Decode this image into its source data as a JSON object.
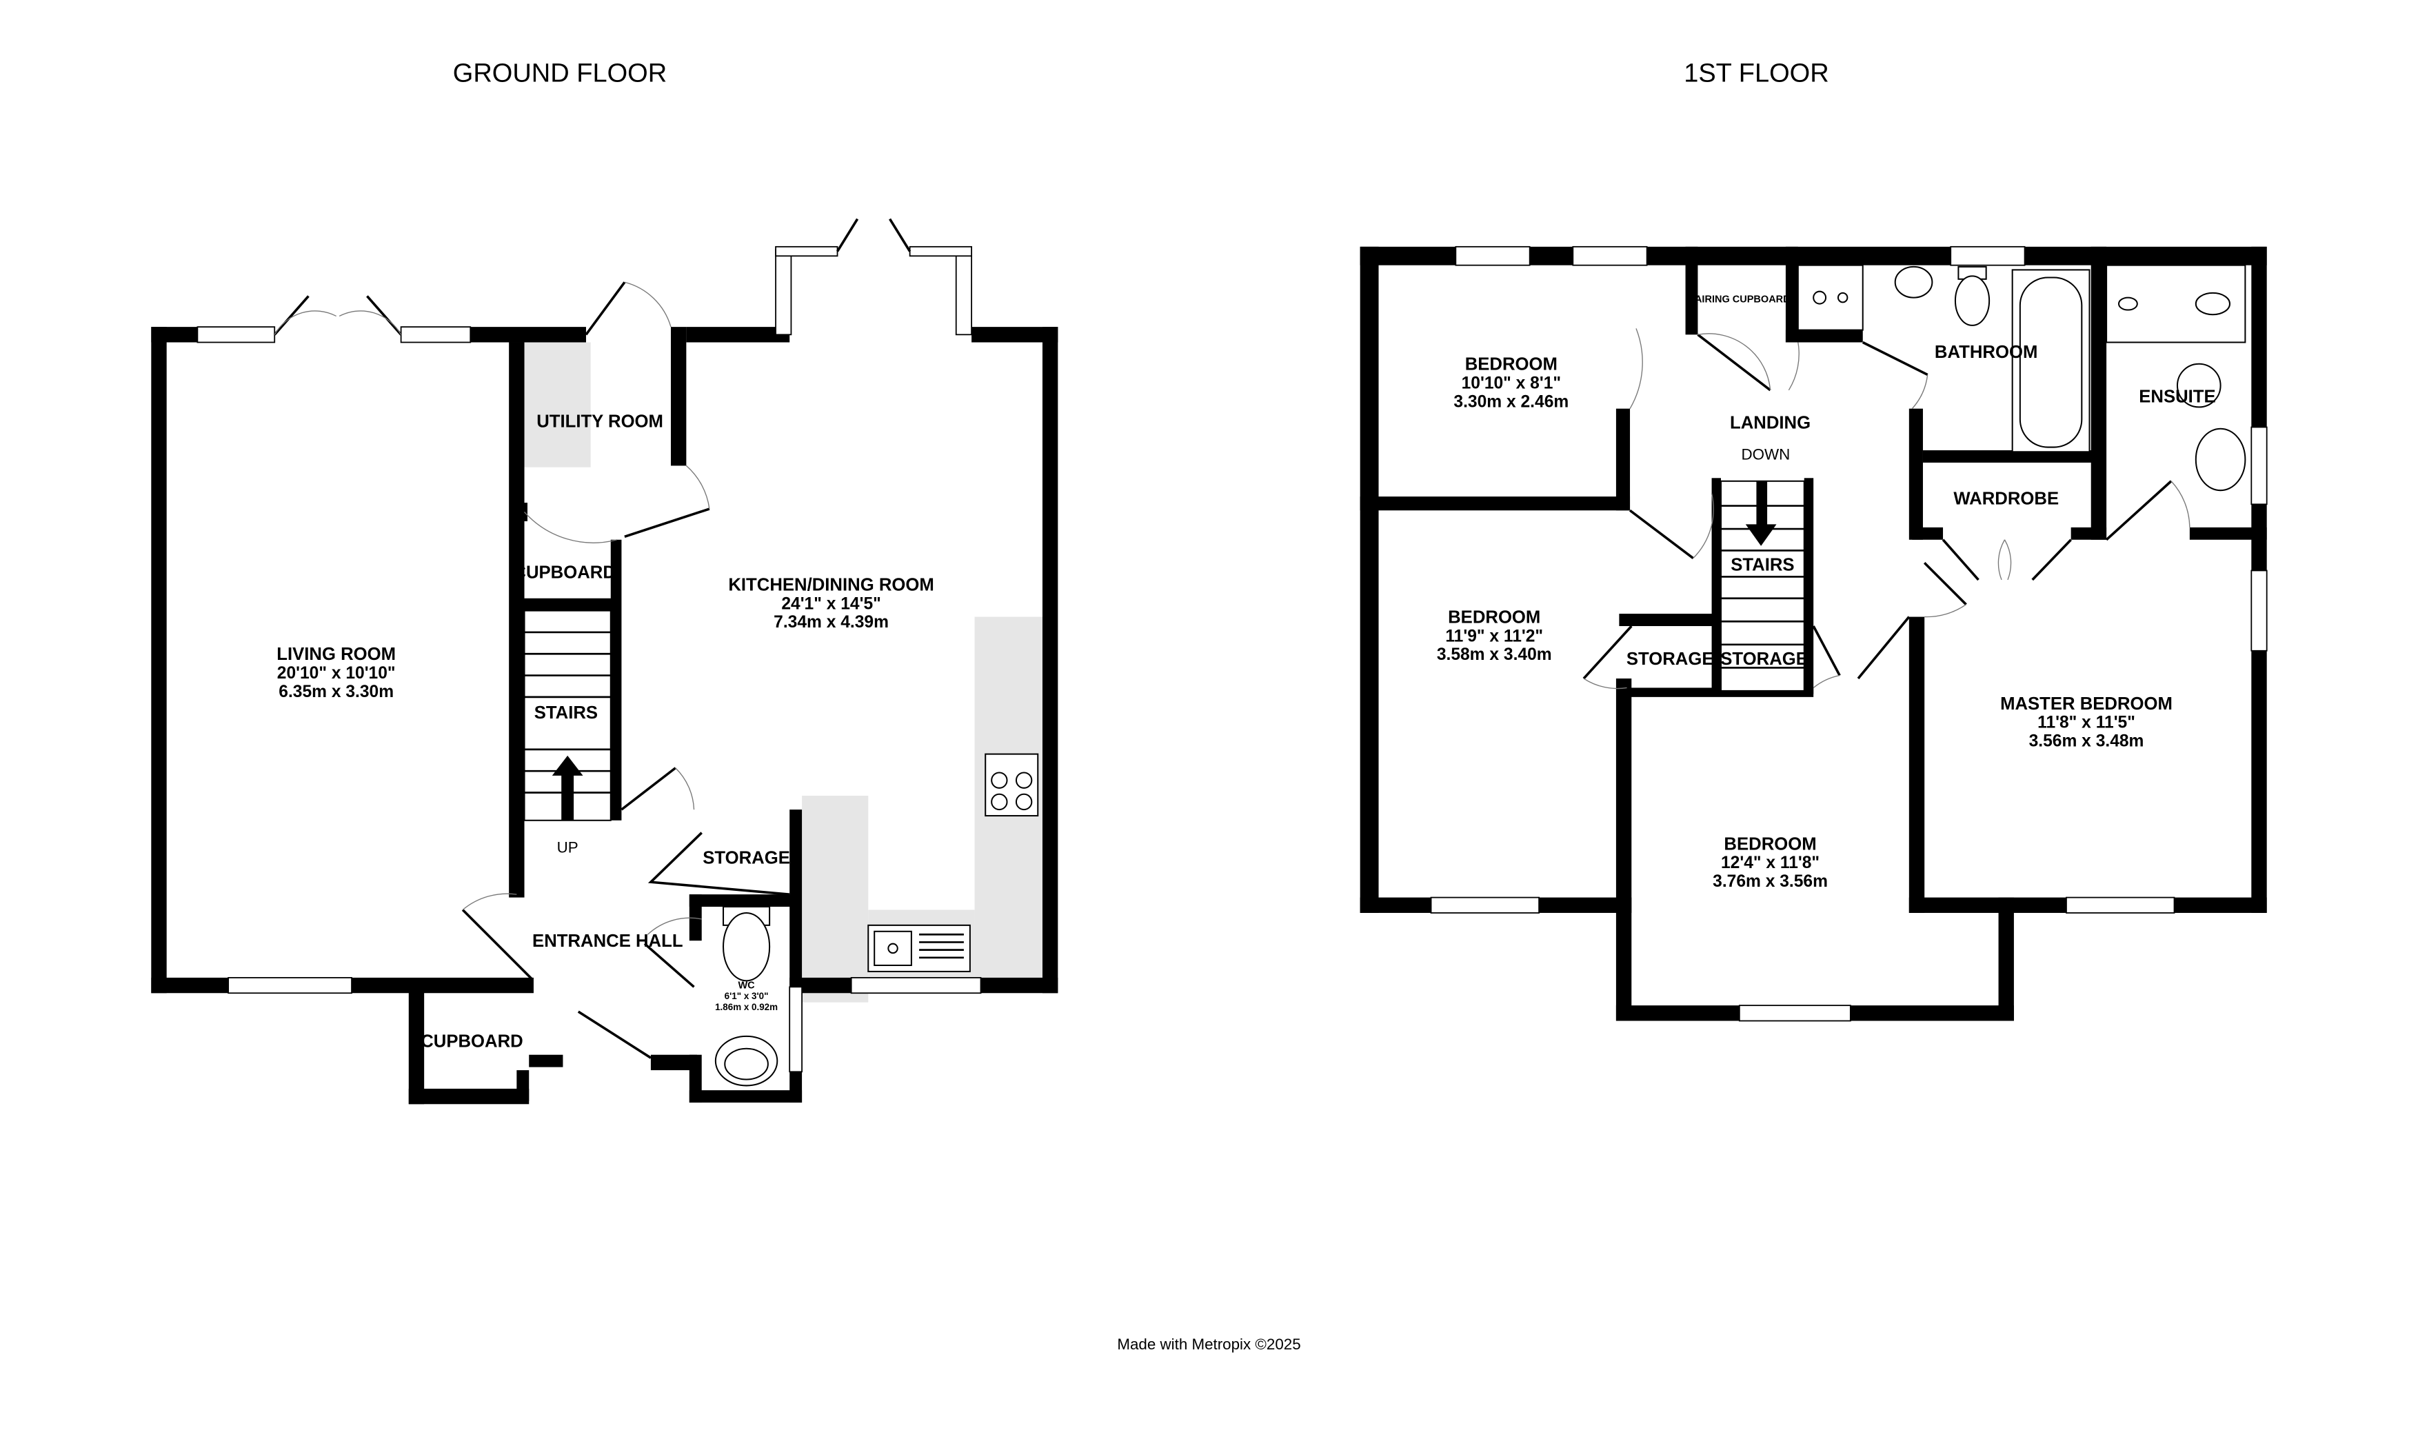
{
  "ground_floor": {
    "title": "GROUND FLOOR",
    "rooms": {
      "living": {
        "name": "LIVING ROOM",
        "imperial": "20'10\"  x 10'10\"",
        "metric": "6.35m  x 3.30m"
      },
      "kitchen": {
        "name": "KITCHEN/DINING ROOM",
        "imperial": "24'1\"  x 14'5\"",
        "metric": "7.34m  x 4.39m"
      },
      "utility": {
        "name": "UTILITY ROOM"
      },
      "cupboard_upper": {
        "name": "CUPBOARD"
      },
      "stairs": {
        "name": "STAIRS",
        "direction": "UP"
      },
      "storage": {
        "name": "STORAGE"
      },
      "entrance": {
        "name": "ENTRANCE HALL"
      },
      "cupboard_lower": {
        "name": "CUPBOARD"
      },
      "wc": {
        "name": "WC",
        "imperial": "6'1\"  x 3'0\"",
        "metric": "1.86m  x 0.92m"
      }
    }
  },
  "first_floor": {
    "title": "1ST FLOOR",
    "rooms": {
      "bedroom1": {
        "name": "BEDROOM",
        "imperial": "10'10\"  x 8'1\"",
        "metric": "3.30m  x 2.46m"
      },
      "bedroom2": {
        "name": "BEDROOM",
        "imperial": "11'9\"  x 11'2\"",
        "metric": "3.58m  x 3.40m"
      },
      "bedroom3": {
        "name": "BEDROOM",
        "imperial": "12'4\"  x 11'8\"",
        "metric": "3.76m  x 3.56m"
      },
      "master": {
        "name": "MASTER BEDROOM",
        "imperial": "11'8\"  x 11'5\"",
        "metric": "3.56m  x 3.48m"
      },
      "airing": {
        "name": "AIRING CUPBOARD"
      },
      "bathroom": {
        "name": "BATHROOM"
      },
      "ensuite": {
        "name": "ENSUITE"
      },
      "landing": {
        "name": "LANDING",
        "direction": "DOWN"
      },
      "wardrobe": {
        "name": "WARDROBE"
      },
      "stairs": {
        "name": "STAIRS"
      },
      "storage_left": {
        "name": "STORAGE"
      },
      "storage_right": {
        "name": "STORAGE"
      }
    }
  },
  "footer": "Made with Metropix ©2025"
}
